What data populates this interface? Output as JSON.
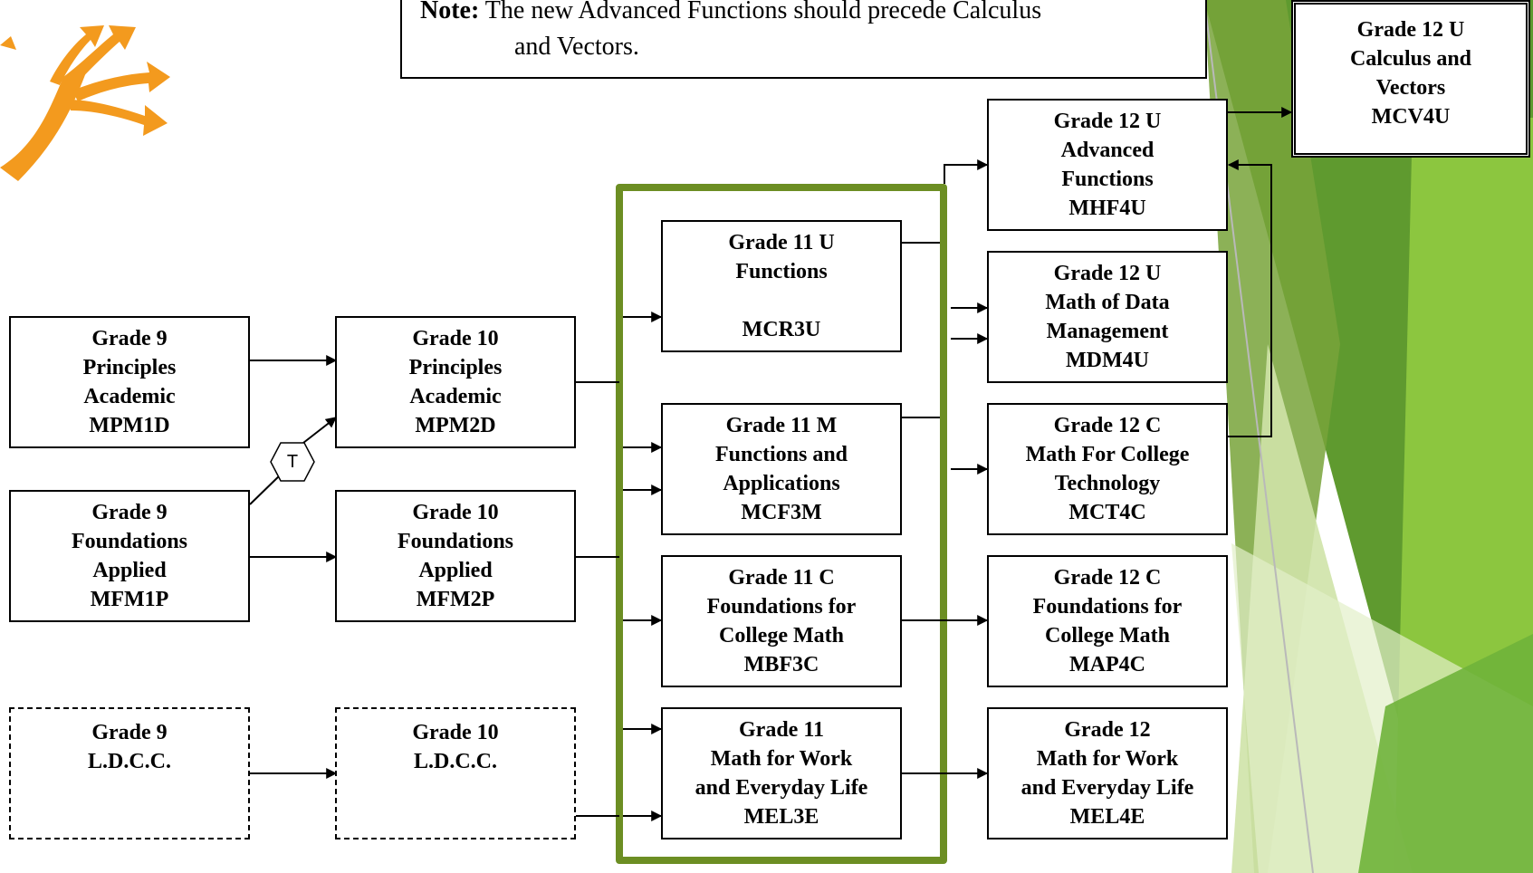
{
  "note": {
    "label": "Note:",
    "line1": "The new Advanced Functions should precede Calculus",
    "line2": "and Vectors."
  },
  "transfer_label": "T",
  "courses": {
    "g9_academic": [
      "Grade 9",
      "Principles",
      "Academic",
      "MPM1D"
    ],
    "g9_applied": [
      "Grade 9",
      "Foundations",
      "Applied",
      "MFM1P"
    ],
    "g9_ldcc": [
      "Grade 9",
      "L.D.C.C."
    ],
    "g10_academic": [
      "Grade 10",
      "Principles",
      "Academic",
      "MPM2D"
    ],
    "g10_applied": [
      "Grade 10",
      "Foundations",
      "Applied",
      "MFM2P"
    ],
    "g10_ldcc": [
      "Grade 10",
      "L.D.C.C."
    ],
    "g11_u": [
      "Grade 11 U",
      "Functions",
      "MCR3U"
    ],
    "g11_m": [
      "Grade 11 M",
      "Functions and",
      "Applications",
      "MCF3M"
    ],
    "g11_c": [
      "Grade 11 C",
      "Foundations for",
      "College Math",
      "MBF3C"
    ],
    "g11_e": [
      "Grade 11",
      "Math for Work",
      "and Everyday Life",
      "MEL3E"
    ],
    "g12_adv": [
      "Grade 12 U",
      "Advanced",
      "Functions",
      "MHF4U"
    ],
    "g12_data": [
      "Grade 12 U",
      "Math of Data",
      "Management",
      "MDM4U"
    ],
    "g12_tech": [
      "Grade 12 C",
      "Math For College",
      "Technology",
      "MCT4C"
    ],
    "g12_found": [
      "Grade 12 C",
      "Foundations for",
      "College Math",
      "MAP4C"
    ],
    "g12_work": [
      "Grade 12",
      "Math for Work",
      "and Everyday Life",
      "MEL4E"
    ],
    "g12_calc": [
      "Grade 12 U",
      "Calculus and",
      "Vectors",
      "MCV4U"
    ]
  },
  "colors": {
    "frame_green": "#6c8e23",
    "bg_green_light": "#d6e8b0",
    "bg_green_mid": "#8cc63f",
    "bg_green_dark": "#4f8a2a",
    "logo_orange": "#f39a1e"
  }
}
